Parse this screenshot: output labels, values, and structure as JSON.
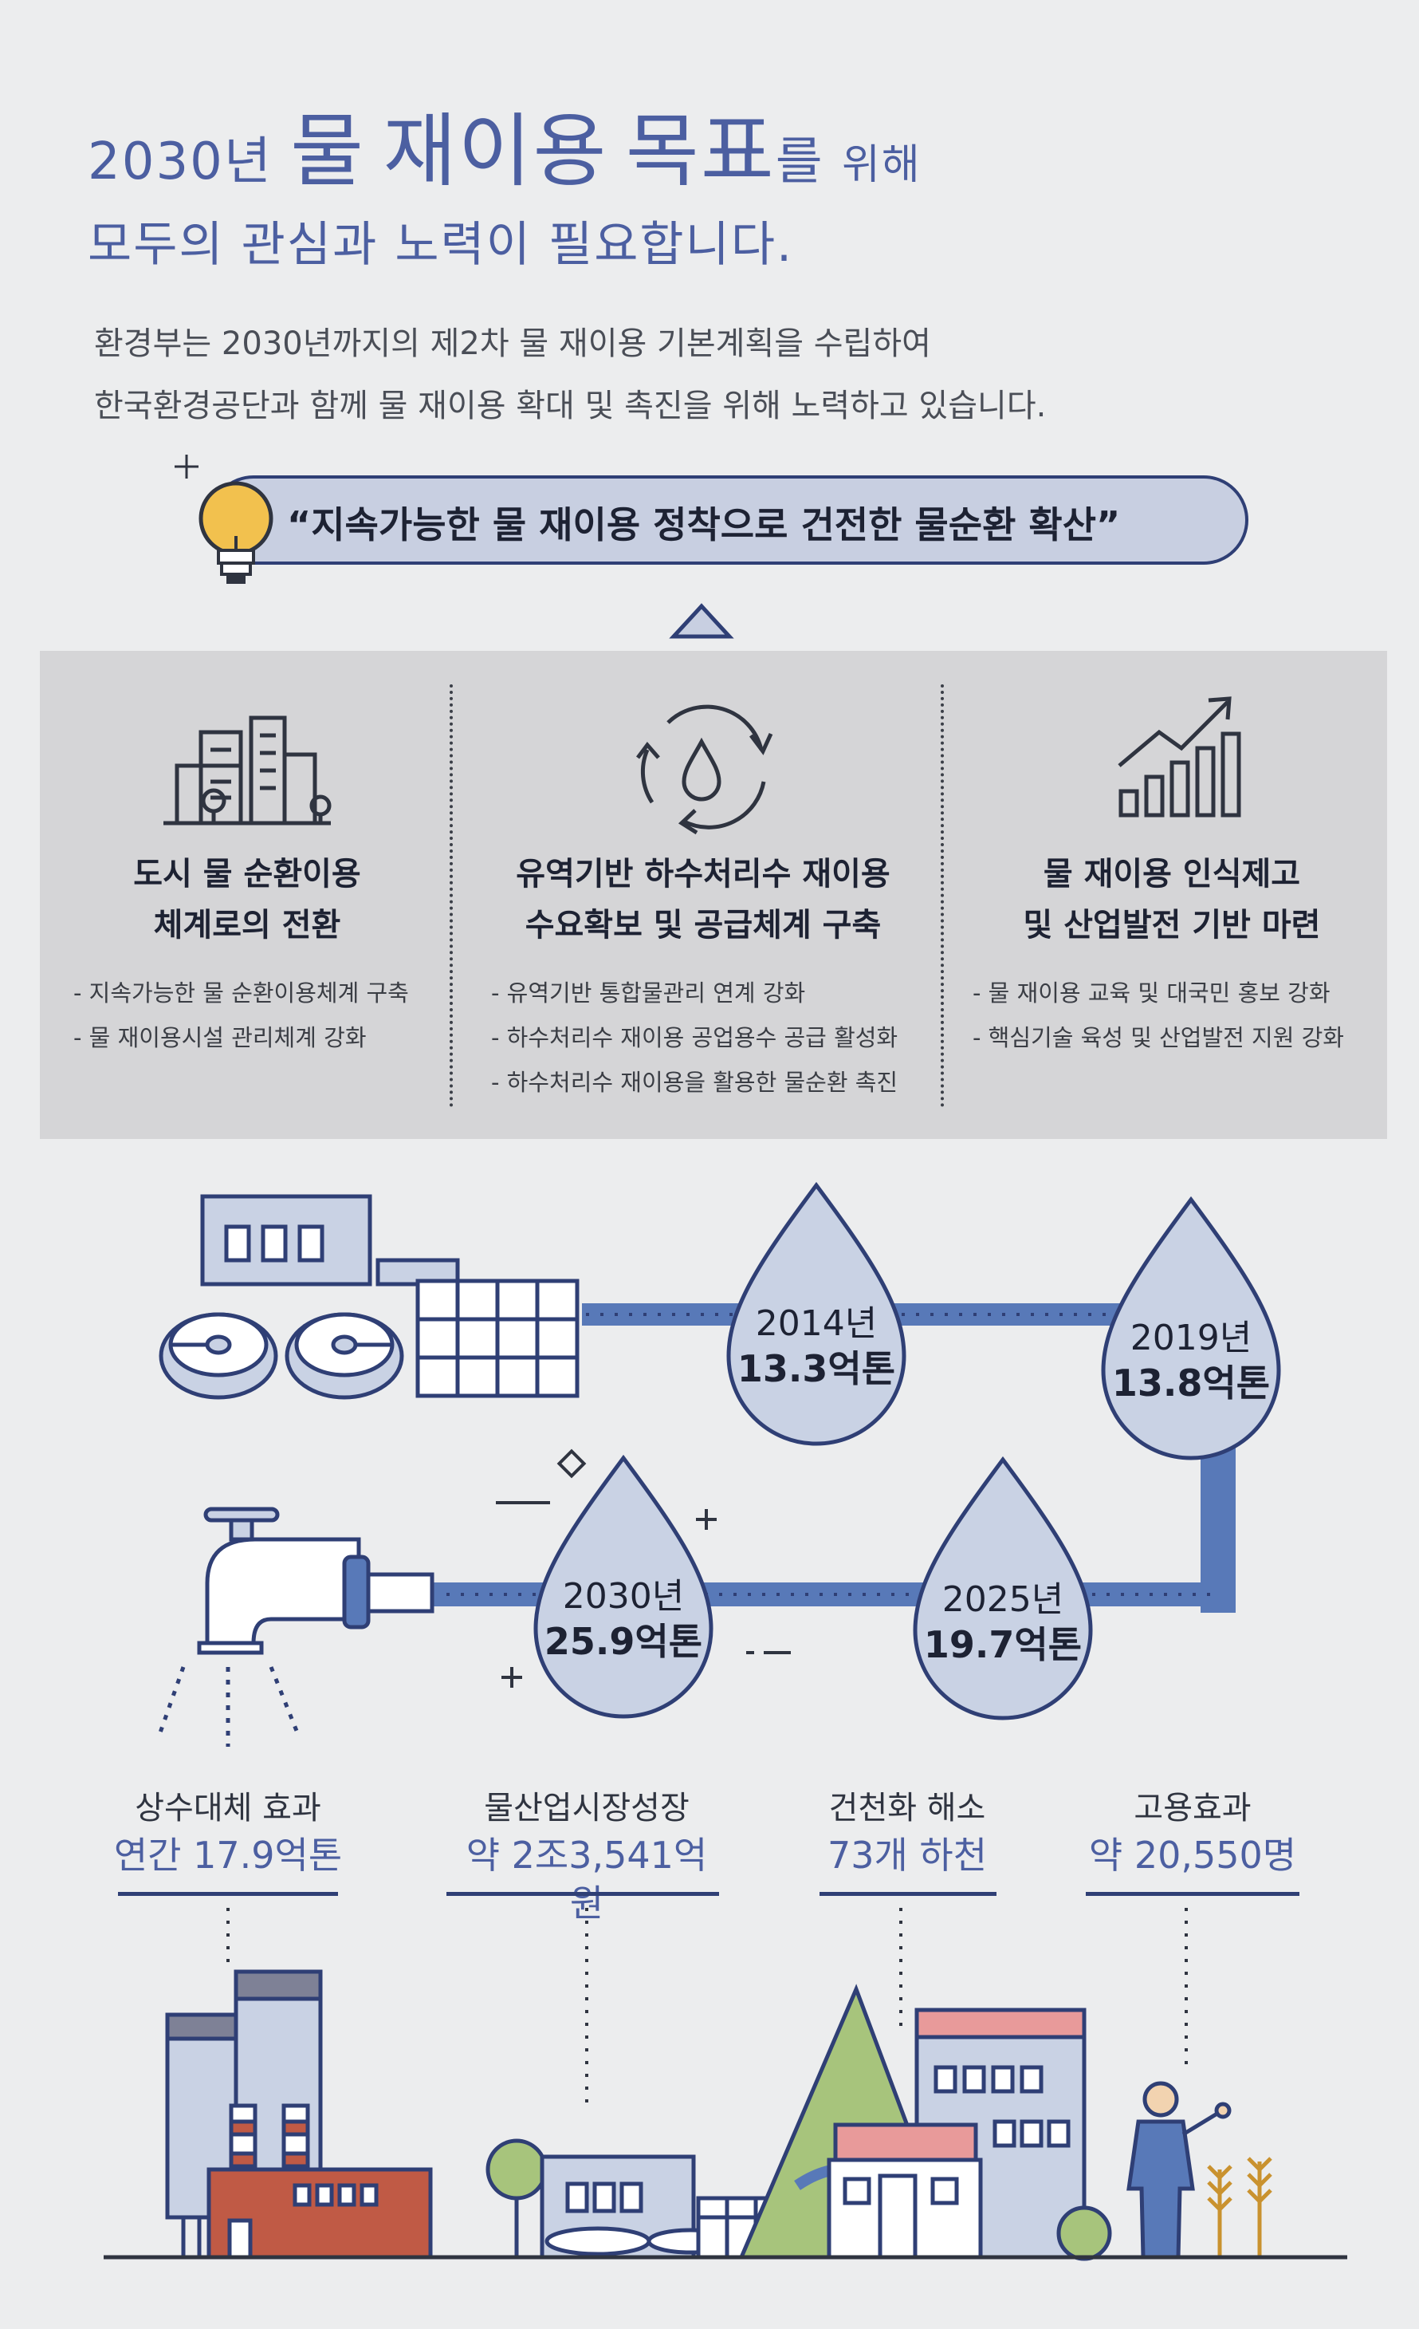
{
  "title": {
    "year": "2030년",
    "mul": "물",
    "reuse": "재이용",
    "goal": "목표",
    "reul": "를",
    "wihae": "위해",
    "line2": "모두의 관심과 노력이 필요합니다."
  },
  "intro": {
    "line1": "환경부는 2030년까지의 제2차 물 재이용 기본계획을 수립하여",
    "line2": "한국환경공단과 함께 물 재이용 확대 및 촉진을 위해 노력하고 있습니다."
  },
  "slogan": "“지속가능한 물 재이용 정착으로 건전한 물순환 확산”",
  "strategies": [
    {
      "icon": "city-buildings-icon",
      "title1": "도시 물 순환이용",
      "title2": "체계로의 전환",
      "items": [
        "- 지속가능한 물 순환이용체계 구축",
        "- 물 재이용시설 관리체계 강화"
      ]
    },
    {
      "icon": "water-cycle-icon",
      "title1": "유역기반 하수처리수 재이용",
      "title2": "수요확보 및 공급체계 구축",
      "items": [
        "- 유역기반 통합물관리 연계 강화",
        "- 하수처리수 재이용 공업용수 공급 활성화",
        "- 하수처리수 재이용을 활용한 물순환 촉진"
      ]
    },
    {
      "icon": "growth-chart-icon",
      "title1": "물 재이용 인식제고",
      "title2": "및 산업발전 기반 마련",
      "items": [
        "- 물 재이용 교육 및 대국민 홍보 강화",
        "- 핵심기술 육성 및 산업발전 지원 강화"
      ]
    }
  ],
  "drops": [
    {
      "year": "2014년",
      "amount": "13.3억톤"
    },
    {
      "year": "2019년",
      "amount": "13.8억톤"
    },
    {
      "year": "2025년",
      "amount": "19.7억톤"
    },
    {
      "year": "2030년",
      "amount": "25.9억톤"
    }
  ],
  "effects": [
    {
      "label": "상수대체 효과",
      "value": "연간 17.9억톤"
    },
    {
      "label": "물산업시장성장",
      "value": "약 2조3,541억원"
    },
    {
      "label": "건천화 해소",
      "value": "73개 하천"
    },
    {
      "label": "고용효과",
      "value": "약 20,550명"
    }
  ],
  "colors": {
    "navy": "#2f3f75",
    "pipe": "#5879b8",
    "drop": "#c9d2e4",
    "banner": "#c8cfe1",
    "panel": "#d5d5d7",
    "accent_text": "#4c5fa1",
    "brick": "#c05a45",
    "pink": "#e89a9a"
  }
}
